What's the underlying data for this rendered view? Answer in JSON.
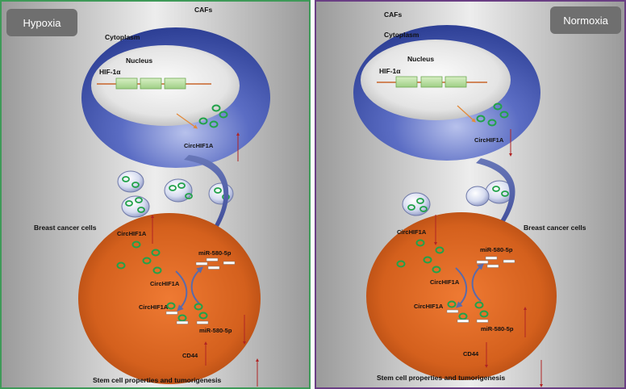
{
  "left": {
    "badge": "Hypoxia",
    "cafs": "CAFs",
    "cytoplasm": "Cytoplasm",
    "nucleus": "Nucleus",
    "gene": "HIF-1α",
    "circ_caf": "CircHIF1A",
    "breast": "Breast cancer cells",
    "circ_bc": "CircHIF1A",
    "mirna_top": "miR-580-5p",
    "circ_mid": "CircHIF1A",
    "circ_low": "CircHIF1A",
    "mirna_low": "miR-580-5p",
    "cd44": "CD44",
    "stem": "Stem cell properties and tumorigenesis"
  },
  "right": {
    "badge": "Normoxia",
    "cafs": "CAFs",
    "cytoplasm": "Cytoplasm",
    "nucleus": "Nucleus",
    "gene": "HIF-1α",
    "circ_caf": "CircHIF1A",
    "breast": "Breast cancer cells",
    "circ_bc": "CircHIF1A",
    "mirna_top": "miR-580-5p",
    "circ_mid": "CircHIF1A",
    "circ_low": "CircHIF1A",
    "mirna_low": "miR-580-5p",
    "cd44": "CD44",
    "stem": "Stem cell properties and tumorigenesis"
  },
  "colors": {
    "hypoxia_border": "#3e9a58",
    "normoxia_border": "#6a3e84",
    "caf_cell": "#3d52a6",
    "cancer_cell": "#d9621e",
    "circ_ring": "#22a24a",
    "arrow_red": "#b02424",
    "badge_bg": "#6f6f6f"
  }
}
